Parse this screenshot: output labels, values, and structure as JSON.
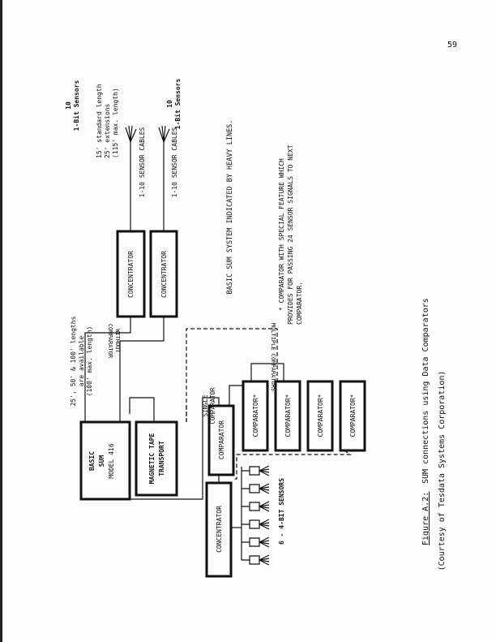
{
  "page_number": "59",
  "boxes": {
    "basic_sum": [
      "BASIC",
      "SUM",
      "MODEL 416"
    ],
    "tape": [
      "MAGNETIC TAPE",
      "TRANSPORT"
    ],
    "concentrator": "CONCENTRATOR",
    "comparator": "COMPARATOR",
    "comparator_star": "COMPARATOR*"
  },
  "labels": {
    "lengths": [
      "25', 50' & 100' lengths",
      "are available",
      "(100' max. length)"
    ],
    "standard": [
      "15' standard length",
      "25' extensions",
      "(115' max. length)"
    ],
    "sensor_cables": "1-10 SENSOR CABLES",
    "sensors_10": [
      "10",
      "1-Bit Sensors"
    ],
    "without_comparator": [
      "WITHOUT",
      "COMPARATOR"
    ],
    "multiple_comparators": "MULTIPLE COMPARATORS",
    "single_comparator": [
      "SINGLE",
      "COMPARATOR"
    ],
    "four_bit_sensors": "6 - 4-BIT SENSORS",
    "heavy_lines": "BASIC SUM SYSTEM INDICATED BY HEAVY LINES.",
    "note": [
      "* COMPARATOR WITH SPECIAL FEATURE WHICH",
      "PROVIDES FOR PASSING 24 SENSOR SIGNALS TO NEXT",
      "COMPARATOR."
    ]
  },
  "caption": {
    "figure_label": "Figure A.2:",
    "title": "SUM connections using Data Comparators",
    "courtesy": "(Courtesy of Tesdata Systems Corporation)"
  }
}
